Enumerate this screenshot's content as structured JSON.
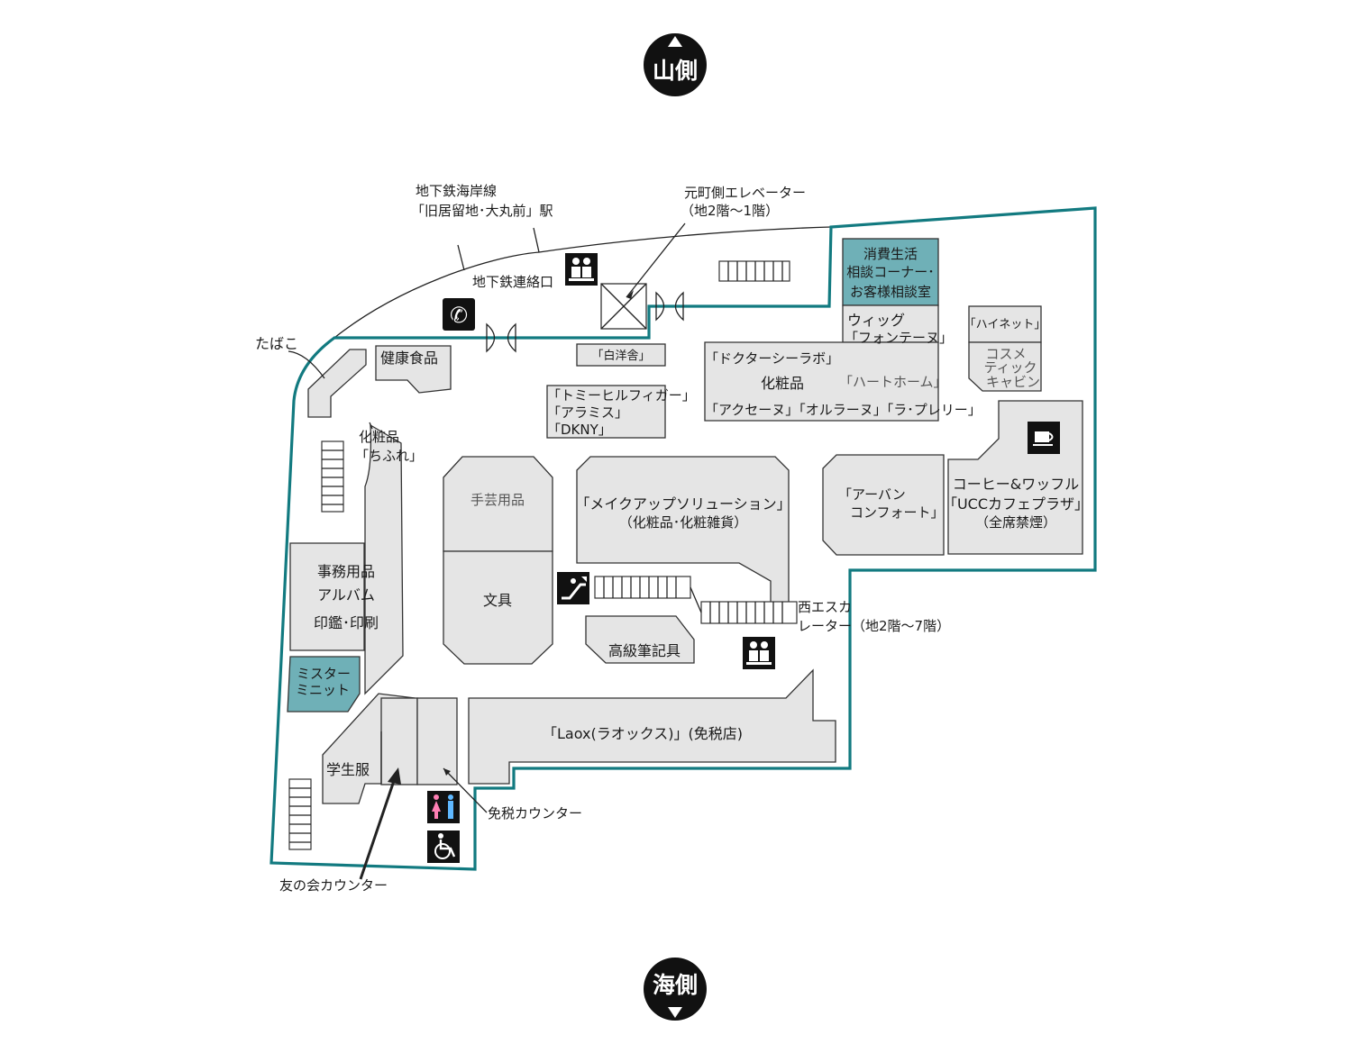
{
  "compass": {
    "north_label": "山側",
    "south_label": "海側"
  },
  "colors": {
    "wall": "#127a80",
    "shop_fill": "#e5e5e5",
    "highlight_fill": "#6fb0b7",
    "icon": "#111111"
  },
  "labels": {
    "subway_line_1": "地下鉄海岸線",
    "subway_line_2": "「旧居留地･大丸前」駅",
    "elevator_1": "元町側エレベーター",
    "elevator_2": "（地2階～1階）",
    "subway_exit": "地下鉄連絡口",
    "tobacco": "たばこ",
    "health_food": "健康食品",
    "hakuyosha": "「白洋舎」",
    "consult_1": "消費生活",
    "consult_2": "相談コーナー･",
    "consult_3": "お客様相談室",
    "wig_1": "ウィッグ",
    "wig_2": "「フォンテーヌ」",
    "drlabo": "「ドクターシーラボ」",
    "cosmetics": "化粧品",
    "hearthome": "「ハートホーム」",
    "brands_row": "「アクセーヌ」「オルラーヌ」「ラ･プレリー」",
    "hinet": "「ハイネット」",
    "cosme_1": "コスメ",
    "cosme_2": "ティック",
    "cosme_3": "キャビン",
    "tommy_1": "「トミーヒルフィガー」",
    "tommy_2": "「アラミス」",
    "tommy_3": "「DKNY」",
    "chifure_1": "化粧品",
    "chifure_2": "「ちふれ」",
    "handicraft": "手芸用品",
    "stationery": "文具",
    "makeup_1": "「メイクアップソリューション」",
    "makeup_2": "（化粧品･化粧雑貨）",
    "urban_1": "「アーバン",
    "urban_2": "コンフォート」",
    "coffee_1": "コーヒー&ワッフル",
    "coffee_2": "「UCCカフェプラザ」",
    "coffee_3": "（全席禁煙）",
    "office_1": "事務用品",
    "office_2": "アルバム",
    "office_3": "印鑑･印刷",
    "west_esc_1": "西エスカ",
    "west_esc_2": "レーター（地2階～7階）",
    "pens": "高級筆記具",
    "mister_1": "ミスター",
    "mister_2": "ミニット",
    "laox": "「Laox(ラオックス)」(免税店)",
    "uniform": "学生服",
    "taxfree_counter": "免税カウンター",
    "friends_counter": "友の会カウンター"
  },
  "icons": [
    "elevator-icon",
    "telephone-icon",
    "escalator-icon",
    "cafe-icon",
    "restroom-icon",
    "wheelchair-icon"
  ]
}
